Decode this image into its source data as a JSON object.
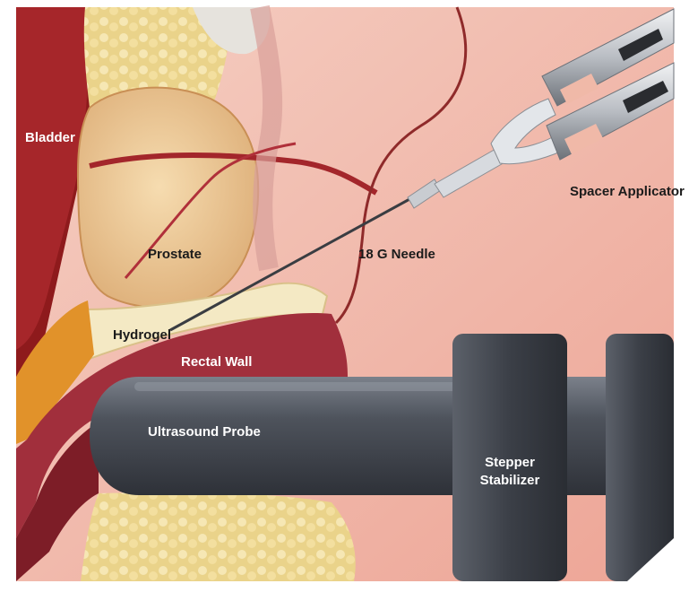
{
  "labels": {
    "bladder": "Bladder",
    "prostate": "Prostate",
    "hydrogel": "Hydrogel",
    "rectal_wall": "Rectal Wall",
    "ultrasound_probe": "Ultrasound Probe",
    "needle": "18 G Needle",
    "spacer_applicator": "Spacer Applicator",
    "stepper_line1": "Stepper",
    "stepper_line2": "Stabilizer"
  },
  "colors": {
    "background": "#f2c2b4",
    "tissue_deep": "#8e1a1c",
    "bladder": "#a6262a",
    "prostate": "#e9c693",
    "hydrogel": "#f4e9c4",
    "rectal_wall": "#a12f3c",
    "probe": "#4a4f58",
    "stepper": "#3b3f47",
    "label_light": "#ffffff",
    "label_dark": "#1b1b1b"
  }
}
